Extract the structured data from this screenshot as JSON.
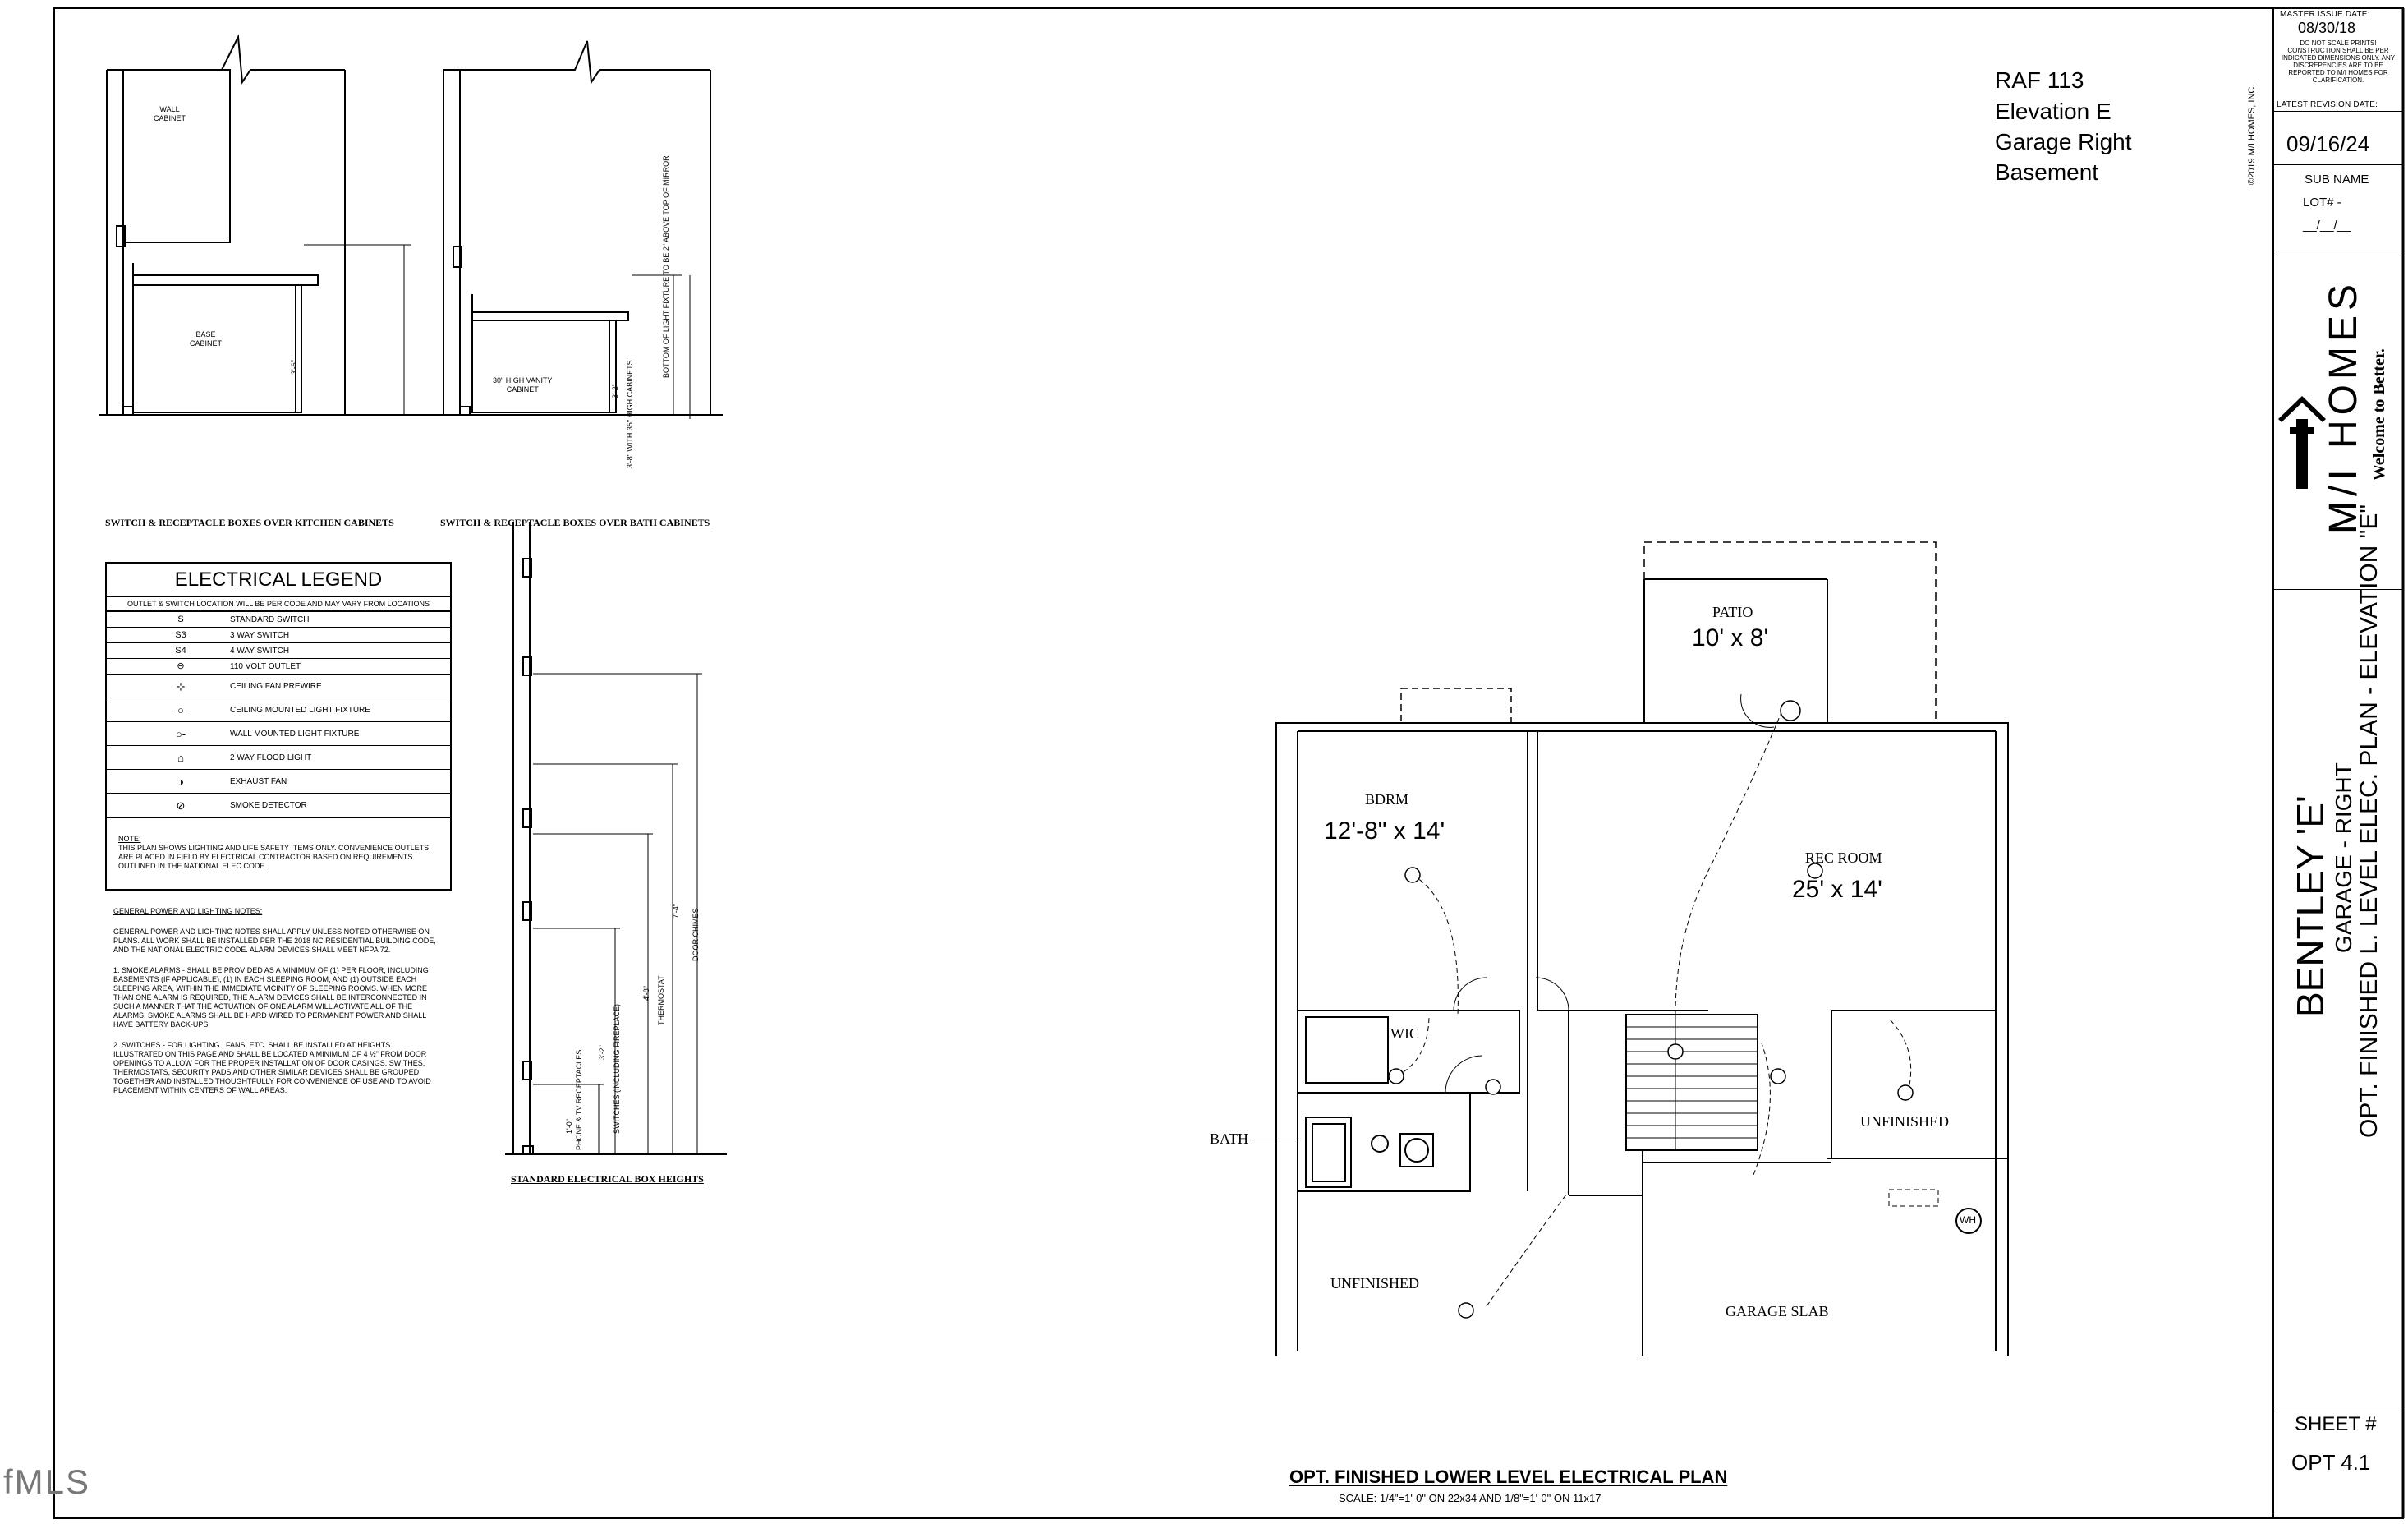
{
  "project": {
    "code": "RAF 113",
    "elevation": "Elevation E",
    "garage": "Garage Right",
    "level": "Basement"
  },
  "details": {
    "kitchen_caption": "SWITCH & RECEPTACLE BOXES OVER KITCHEN CABINETS",
    "bath_caption": "SWITCH & RECEPTACLE BOXES OVER BATH CABINETS",
    "heights_caption": "STANDARD ELECTRICAL BOX HEIGHTS",
    "wall_cabinet": [
      "WALL",
      "CABINET"
    ],
    "base_cabinet": [
      "BASE",
      "CABINET"
    ],
    "kitchen_dim": "3'-6\"",
    "vanity_cabinet": [
      "30\" HIGH VANITY",
      "CABINET"
    ],
    "vanity_dim": "3'-2\"",
    "vanity_dim_35": "3'-8\" WITH 35\" HIGH CABINETS",
    "mirror_note": "BOTTOM OF LIGHT FIXTURE TO BE 2\" ABOVE TOP OF MIRROR",
    "phone_tv": "PHONE & TV RECEPTACLES",
    "phone_tv_dim": "1'-0\"",
    "switches": "SWITCHES (INCLUDING FIREPLACE)",
    "switches_dim": "3'-2\"",
    "thermostat": "THERMOSTAT",
    "thermostat_dim": "4'-8\"",
    "door_chimes": "DOOR CHIMES",
    "door_chimes_dim": "7'-4\""
  },
  "legend": {
    "title": "ELECTRICAL LEGEND",
    "subtitle": "OUTLET & SWITCH LOCATION WILL BE PER CODE AND MAY VARY FROM LOCATIONS",
    "rows": [
      {
        "symbol": "S",
        "label": "STANDARD SWITCH"
      },
      {
        "symbol": "S3",
        "label": "3 WAY SWITCH"
      },
      {
        "symbol": "S4",
        "label": "4 WAY SWITCH"
      },
      {
        "symbol": "⊖",
        "label": "110 VOLT OUTLET"
      },
      {
        "symbol": "⊹",
        "label": "CEILING FAN PREWIRE"
      },
      {
        "symbol": "-○-",
        "label": "CEILING MOUNTED LIGHT FIXTURE"
      },
      {
        "symbol": "○-",
        "label": "WALL MOUNTED LIGHT FIXTURE"
      },
      {
        "symbol": "⌂",
        "label": "2 WAY FLOOD LIGHT"
      },
      {
        "symbol": "◑",
        "label": "EXHAUST FAN"
      },
      {
        "symbol": "⊘",
        "label": "SMOKE DETECTOR"
      }
    ],
    "note_title": "NOTE:",
    "note": "THIS PLAN SHOWS LIGHTING AND LIFE SAFETY ITEMS ONLY. CONVENIENCE OUTLETS ARE PLACED IN FIELD BY ELECTRICAL CONTRACTOR BASED ON REQUIREMENTS OUTLINED IN THE NATIONAL ELEC CODE."
  },
  "notes": {
    "title": "GENERAL POWER AND LIGHTING NOTES:",
    "intro": "GENERAL POWER AND LIGHTING NOTES SHALL APPLY UNLESS NOTED OTHERWISE ON PLANS. ALL WORK SHALL BE INSTALLED PER THE 2018 NC RESIDENTIAL BUILDING CODE, AND THE NATIONAL ELECTRIC CODE. ALARM DEVICES SHALL MEET NFPA 72.",
    "item1": "1.    SMOKE ALARMS - SHALL BE PROVIDED AS A MINIMUM OF (1) PER FLOOR, INCLUDING BASEMENTS (IF APPLICABLE), (1) IN EACH SLEEPING ROOM, AND (1) OUTSIDE EACH SLEEPING AREA, WITHIN THE IMMEDIATE VICINITY OF SLEEPING ROOMS. WHEN MORE THAN ONE ALARM IS REQUIRED, THE ALARM DEVICES SHALL BE INTERCONNECTED IN SUCH A MANNER THAT THE ACTUATION OF ONE ALARM WILL ACTIVATE ALL OF THE ALARMS. SMOKE ALARMS SHALL BE HARD WIRED TO PERMANENT POWER AND SHALL HAVE BATTERY BACK-UPS.",
    "item2": "2.    SWITCHES - FOR LIGHTING , FANS, ETC. SHALL BE INSTALLED AT HEIGHTS ILLUSTRATED ON THIS PAGE AND SHALL BE LOCATED A MINIMUM OF 4 ½\" FROM DOOR OPENINGS TO ALLOW FOR THE PROPER INSTALLATION OF DOOR CASINGS. SWITHES, THERMOSTATS, SECURITY PADS AND OTHER SIMILAR DEVICES SHALL BE GROUPED TOGETHER AND INSTALLED THOUGHTFULLY FOR CONVENIENCE OF USE AND TO AVOID PLACEMENT WITHIN CENTERS OF WALL AREAS."
  },
  "plan": {
    "patio": "PATIO",
    "patio_dim": "10' x 8'",
    "bdrm": "BDRM",
    "bdrm_dim": "12'-8\" x 14'",
    "rec": "REC ROOM",
    "rec_dim": "25' x 14'",
    "wic": "WIC",
    "bath": "BATH",
    "unfinished_left": "UNFINISHED",
    "unfinished_right": "UNFINISHED",
    "garage_slab": "GARAGE SLAB",
    "wh": "WH",
    "title": "OPT. FINISHED LOWER LEVEL ELECTRICAL PLAN",
    "scale": "SCALE:  1/4\"=1'-0\" ON 22x34 AND 1/8\"=1'-0\" ON 11x17"
  },
  "title_block": {
    "copyright": "©2019 M/I HOMES, INC.",
    "master_issue_label": "MASTER ISSUE DATE:",
    "master_issue_date": "08/30/18",
    "disclaimer": "DO NOT SCALE PRINTS! CONSTRUCTION SHALL BE PER INDICATED DIMENSIONS ONLY. ANY DISCREPENCIES ARE TO BE REPORTED TO M/I HOMES FOR CLARIFICATION.",
    "latest_revision_label": "LATEST REVISION DATE:",
    "latest_revision_date": "09/16/24",
    "sub_name": "SUB NAME",
    "lot": "LOT# -",
    "date_blank": "__/__/__",
    "brand": "M/I HOMES",
    "tagline": "Welcome to Better.",
    "plan_name": "BENTLEY 'E'",
    "plan_garage": "GARAGE - RIGHT",
    "plan_desc": "OPT. FINISHED L. LEVEL ELEC. PLAN - ELEVATION \"E\"",
    "sheet_label": "SHEET #",
    "sheet_number": "OPT 4.1"
  },
  "watermark": "fMLS"
}
